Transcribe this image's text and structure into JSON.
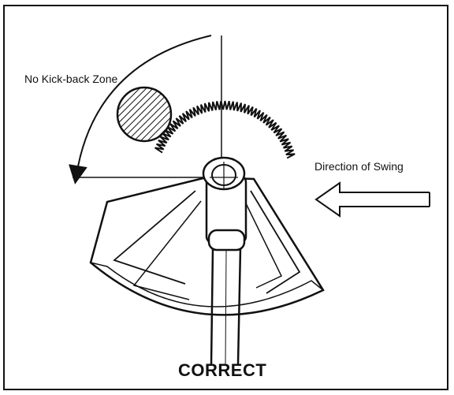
{
  "labels": {
    "zone": "No Kick-back Zone",
    "swing": "Direction of Swing",
    "caption": "CORRECT"
  },
  "colors": {
    "ink": "#111111",
    "paper": "#ffffff"
  }
}
